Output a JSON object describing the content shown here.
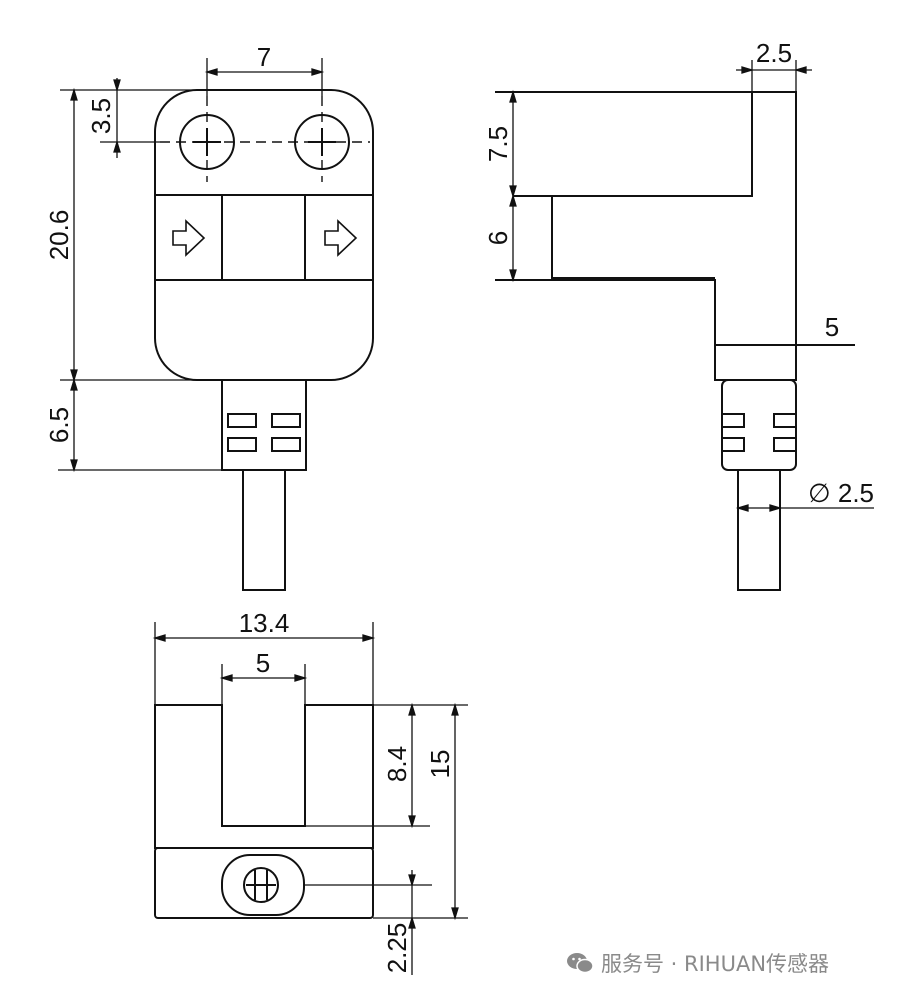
{
  "front_view": {
    "dims": {
      "hole_spacing": "7",
      "hole_offset": "3.5",
      "body_height": "20.6",
      "cable_gland": "6.5"
    }
  },
  "side_view": {
    "dims": {
      "thickness": "2.5",
      "upper_arm": "7.5",
      "slot": "6",
      "lower_depth": "5",
      "cable_diameter": "∅ 2.5"
    }
  },
  "bottom_view": {
    "dims": {
      "total_width": "13.4",
      "slot_width": "5",
      "slot_depth": "8.4",
      "total_height": "15",
      "hole_offset": "2.25"
    }
  },
  "watermark": {
    "text": "服务号 · RIHUAN传感器",
    "icon": "wechat-icon"
  },
  "colors": {
    "line": "#111111",
    "watermark": "#8a8a8a"
  }
}
